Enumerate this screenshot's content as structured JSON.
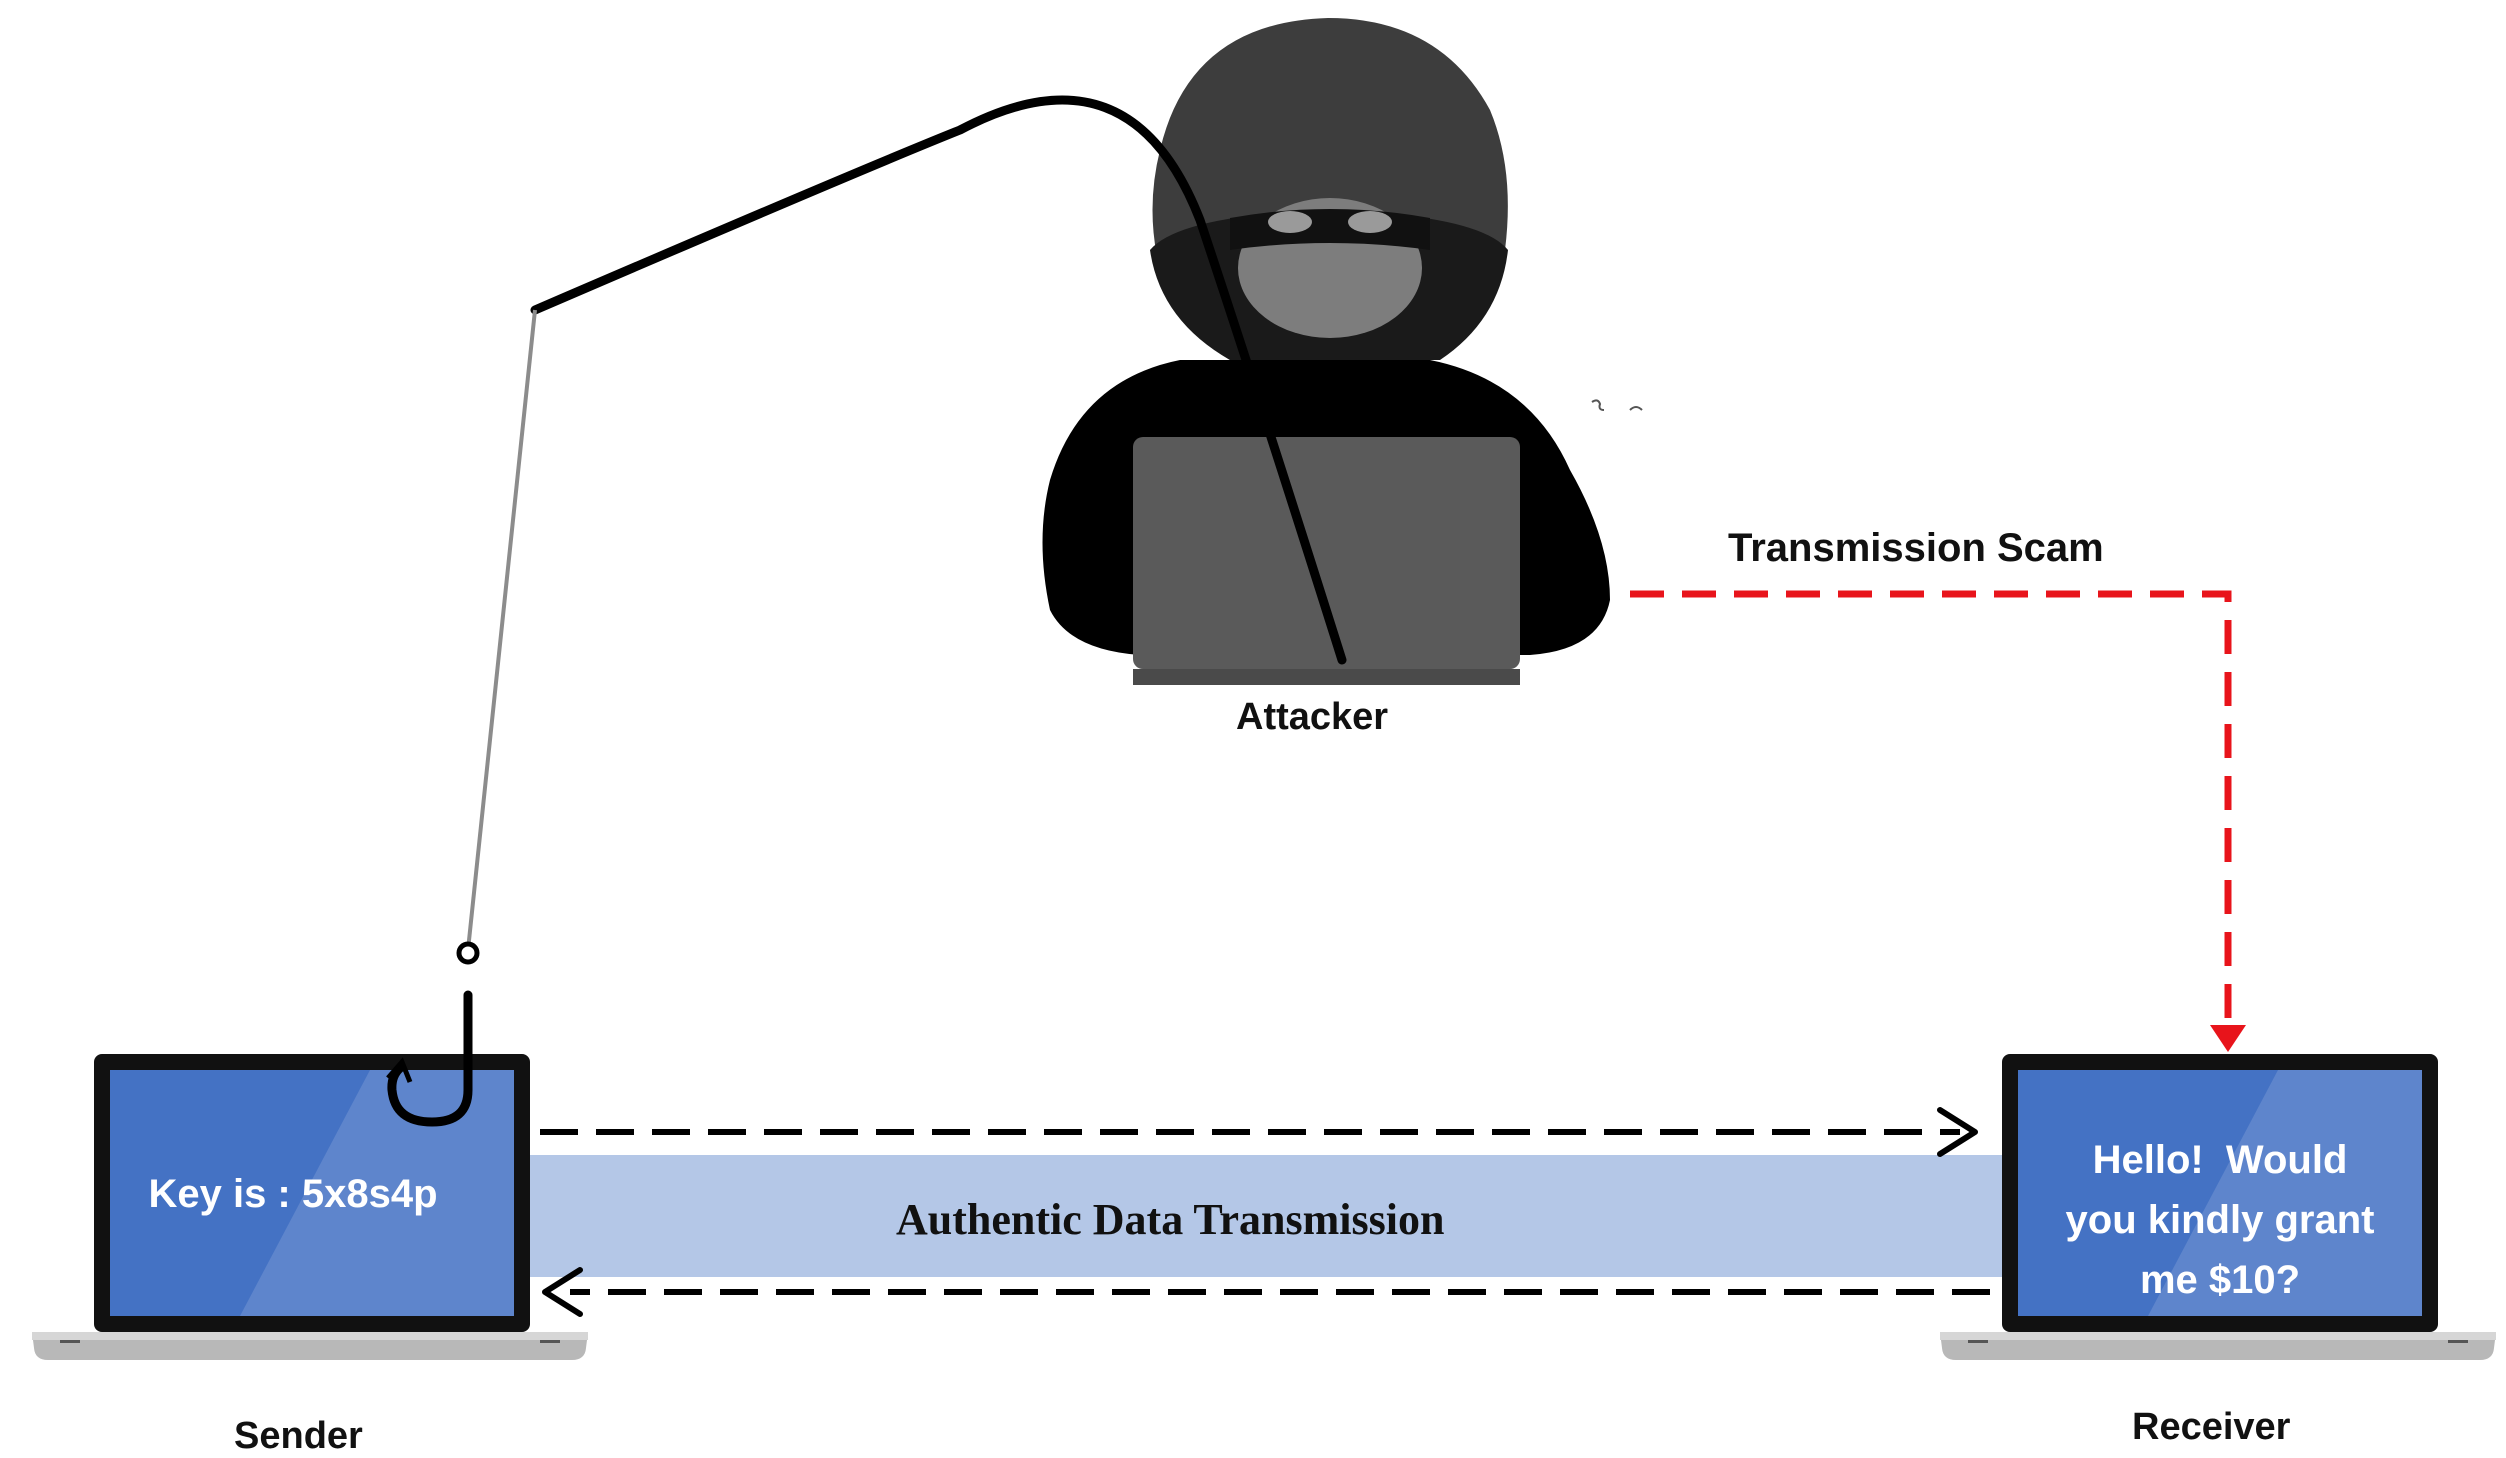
{
  "labels": {
    "attacker": "Attacker",
    "sender": "Sender",
    "receiver": "Receiver",
    "scam_link": "Transmission Scam",
    "channel": "Authentic Data Transmission"
  },
  "sender_screen": {
    "text": "Key is : 5x8s4p"
  },
  "receiver_screen": {
    "lines": [
      "Hello!  Would",
      "you kindly grant",
      "me $10?"
    ]
  },
  "colors": {
    "screen_blue": "#4472c4",
    "band_blue": "#b4c7e7",
    "scam_red": "#e8141b",
    "hood_dark": "#3b3b3b",
    "laptop_gray": "#5a5a5a"
  },
  "icons": {
    "attacker": "hooded-hacker-icon",
    "phishing": "fishing-hook-icon"
  }
}
